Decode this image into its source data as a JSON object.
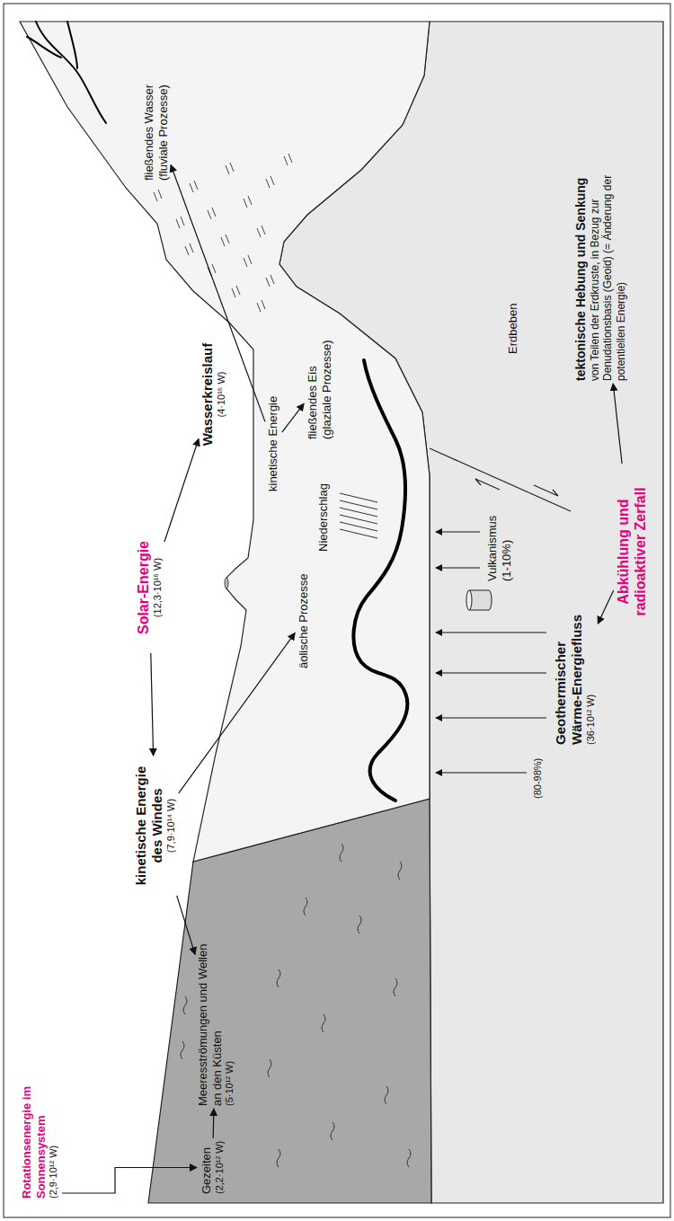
{
  "diagram": {
    "nodes": [
      {
        "text": [
          "Rotationsenergie im Sonnensystem",
          "(2,9·10¹² W)"
        ]
      },
      {
        "text": [
          "Solar-Energie",
          "(12,3·10¹⁶ W)"
        ]
      },
      {
        "text": [
          "kinetische Energie des Windes",
          "(7,9·10¹⁴ W)"
        ]
      },
      {
        "text": [
          "Wasserkreislauf",
          "(4·10¹⁶ W)"
        ]
      },
      {
        "text": [
          "kinetische Energie"
        ]
      },
      {
        "text": [
          "fließendes Eis (glaziale Prozesse)"
        ]
      },
      {
        "text": [
          "fließendes Wasser (fluviale Prozesse)"
        ]
      },
      {
        "text": [
          "äolische Prozesse"
        ]
      },
      {
        "text": [
          "Gezeiten",
          "(2,2·10¹² W)"
        ]
      },
      {
        "text": [
          "Meeresströmungen und Wellen an den Küsten",
          "(5·10¹² W)"
        ]
      },
      {
        "text": [
          "Geothermischer Wärme-Energiefluss",
          "(36·10¹² W)"
        ]
      },
      {
        "text": [
          "Abkühlung und radioaktiver Zerfall"
        ]
      },
      {
        "text": [
          "tektonische Hebung und Senkung",
          "von Teilen der Erdkruste, in Bezug zur Denudationsbasis (Geoid) (= Änderung der potentiellen Energie)"
        ]
      }
    ],
    "edges": [
      {
        "from": 1,
        "to": 2,
        "arrow": "to"
      },
      {
        "from": 1,
        "to": 3,
        "arrow": "to"
      },
      {
        "from": 2,
        "to": 7,
        "arrow": "to"
      },
      {
        "from": 2,
        "to": 9,
        "arrow": "to"
      },
      {
        "from": 4,
        "to": 5,
        "arrow": "to"
      },
      {
        "from": 4,
        "to": 6,
        "arrow": "to"
      },
      {
        "from": 0,
        "to": 8,
        "arrow": "to"
      },
      {
        "from": 8,
        "to": 9,
        "arrow": "to"
      },
      {
        "from": 11,
        "to": 10,
        "arrow": "to"
      },
      {
        "from": 11,
        "to": 12,
        "arrow": "to"
      }
    ],
    "labels": [
      "Niederschlag",
      "Vulkanismus (1-10%)",
      "(80-98%)",
      "Erdbeben"
    ]
  }
}
